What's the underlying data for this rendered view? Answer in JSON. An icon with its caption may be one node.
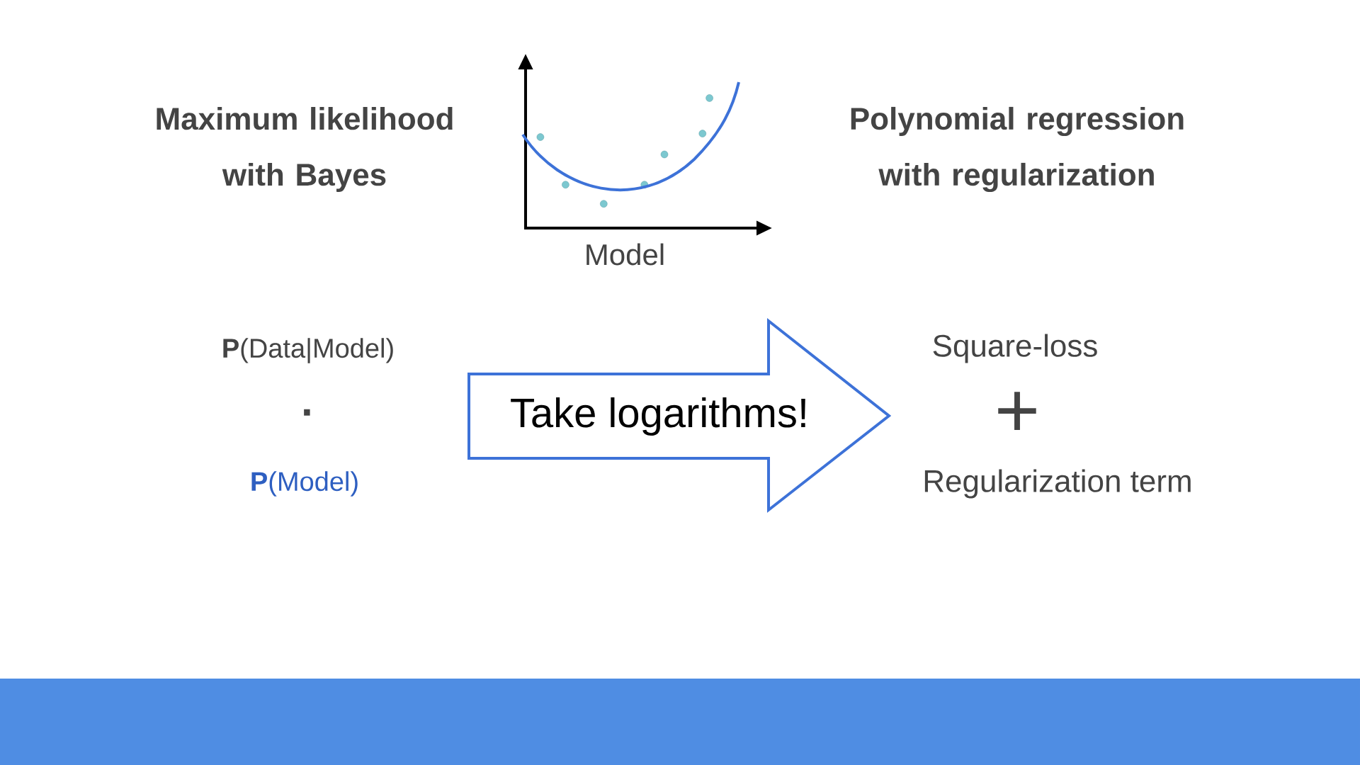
{
  "diagram": {
    "nodes": [
      {
        "text": [
          "Take logarithms!"
        ]
      }
    ],
    "labels": [
      "Maximum likelihood with Bayes",
      "Polynomial regression with regularization",
      "Model",
      "**P**(Data|Model)",
      "·",
      "**P**(Model)",
      "Square-loss",
      "+",
      "Regularization term"
    ]
  }
}
